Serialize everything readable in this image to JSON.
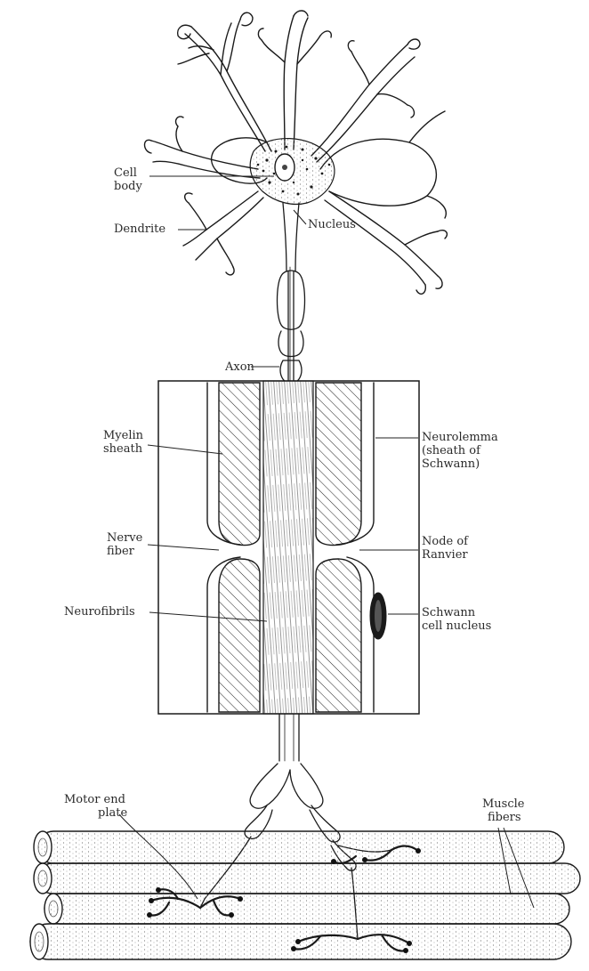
{
  "figure": {
    "labels": {
      "cell_body": [
        "Cell",
        "body"
      ],
      "dendrite": [
        "Dendrite"
      ],
      "nucleus": [
        "Nucleus"
      ],
      "axon": [
        "Axon"
      ],
      "myelin_sheath": [
        "Myelin",
        "sheath"
      ],
      "neurolemma": [
        "Neurolemma",
        "(sheath of",
        "Schwann)"
      ],
      "nerve_fiber": [
        "Nerve",
        "fiber"
      ],
      "node_of_ranvier": [
        "Node of",
        "Ranvier"
      ],
      "neurofibrils": [
        "Neurofibrils"
      ],
      "schwann_cell_nucleus": [
        "Schwann",
        "cell nucleus"
      ],
      "motor_end_plate": [
        "Motor end",
        "plate"
      ],
      "muscle_fibers": [
        "Muscle",
        "fibers"
      ]
    }
  }
}
